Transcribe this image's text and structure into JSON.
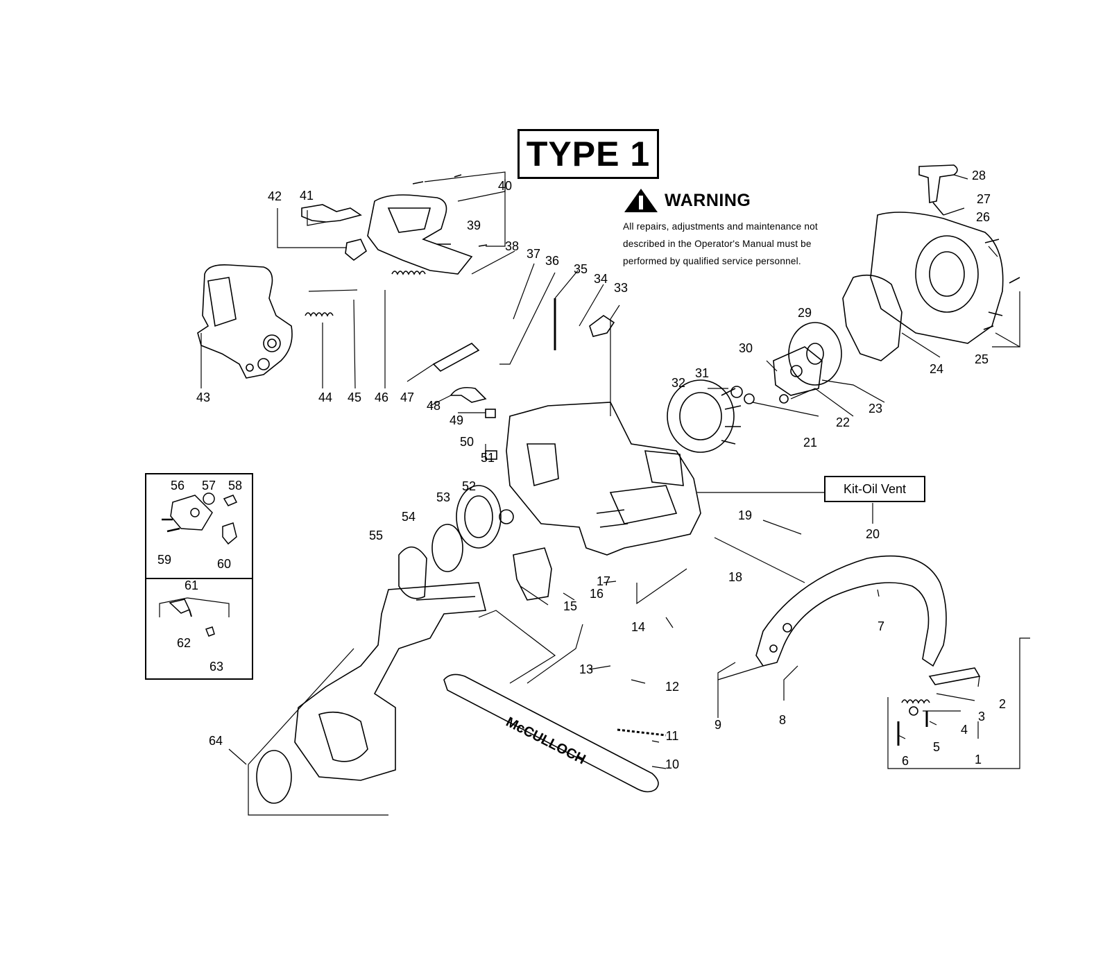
{
  "title": "TYPE 1",
  "warning": {
    "heading": "WARNING",
    "icon": "warning-triangle-icon",
    "lines": [
      "All repairs, adjustments and maintenance not",
      "described in the Operator's Manual must be",
      "performed by qualified  service personnel."
    ]
  },
  "kit_label": "Kit-Oil Vent",
  "brand_on_bar": "McCULLOCH",
  "callouts": [
    "1",
    "2",
    "3",
    "4",
    "5",
    "6",
    "7",
    "8",
    "9",
    "10",
    "11",
    "12",
    "13",
    "14",
    "15",
    "16",
    "17",
    "18",
    "19",
    "20",
    "21",
    "22",
    "23",
    "24",
    "25",
    "26",
    "27",
    "28",
    "29",
    "30",
    "31",
    "32",
    "33",
    "34",
    "35",
    "36",
    "37",
    "38",
    "39",
    "40",
    "41",
    "42",
    "43",
    "44",
    "45",
    "46",
    "47",
    "48",
    "49",
    "50",
    "51",
    "52",
    "53",
    "54",
    "55",
    "56",
    "57",
    "58",
    "59",
    "60",
    "61",
    "62",
    "63",
    "64"
  ]
}
